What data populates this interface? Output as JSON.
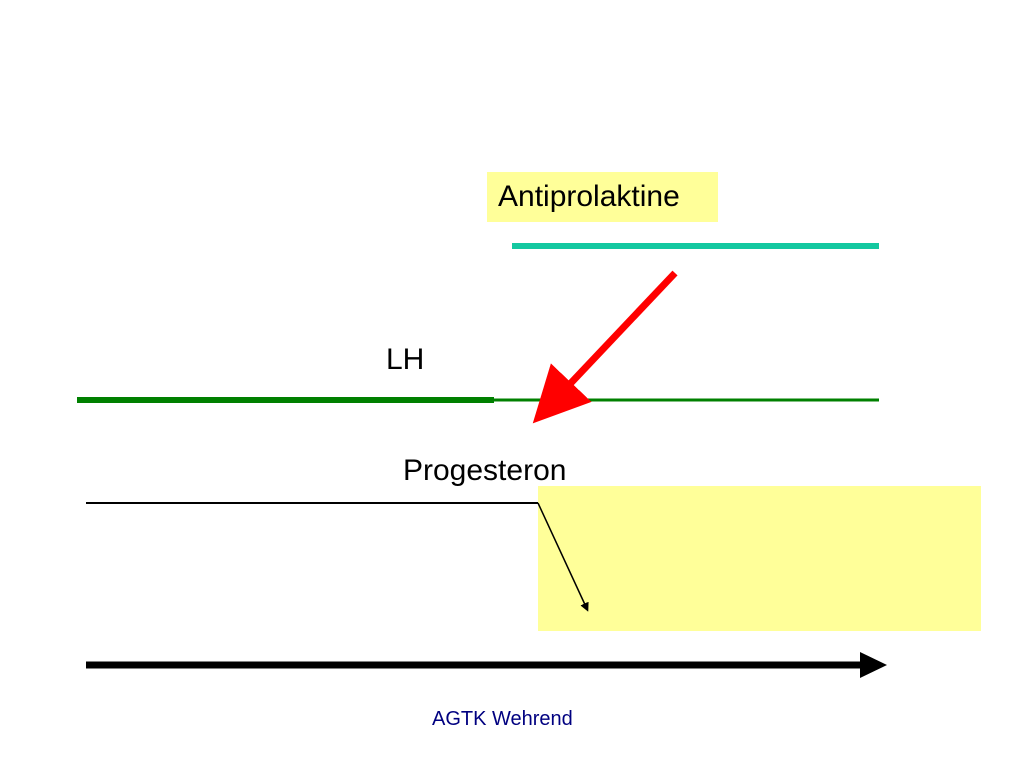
{
  "labels": {
    "antiprolaktine": "Antiprolaktine",
    "lh": "LH",
    "progesteron": "Progesteron"
  },
  "footer": {
    "text": "AGTK Wehrend"
  },
  "colors": {
    "antiprolaktine_line": "#14C8A0",
    "label_highlight": "#FFFF99",
    "lh_line": "#008000",
    "red_arrow": "#FF0000",
    "progesteron_line": "#000000",
    "progesteron_drop_zone": "#FFFF99",
    "time_axis": "#000000",
    "footer_text": "#000080"
  }
}
